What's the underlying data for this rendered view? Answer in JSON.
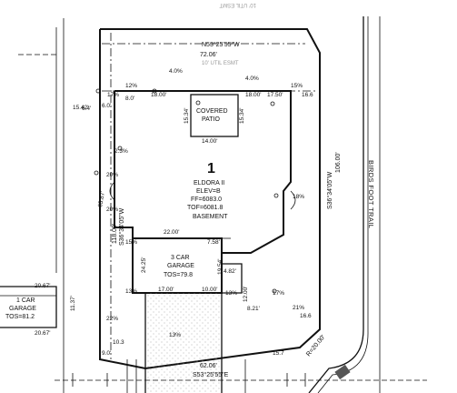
{
  "lot_number": "1",
  "street_name": "BIRDS FOOT TRAIL",
  "lines": {
    "top_bearing": "N53°25'55\"W",
    "top_distance": "72.06'",
    "bottom_bearing": "S53°25'55\"E",
    "bottom_distance": "62.06'",
    "right_bearing": "S36°34'05\"W",
    "right_distance": "106.00'",
    "left_bearing": "S36°34'05\"W",
    "left_distance": "118.00'",
    "curve_label": "R=20.00'",
    "left_parcel_dist": "63.87'"
  },
  "house": {
    "model": "ELDORA II",
    "elevation": "ELEV=B",
    "ff": "FF=6083.0",
    "tof": "TOF=6081.8",
    "basement": "BASEMENT"
  },
  "patio": {
    "line1": "COVERED",
    "line2": "PATIO",
    "width": "14.00'",
    "left_dim": "15.34'",
    "right_dim": "15.34'"
  },
  "garage": {
    "line1": "3 CAR",
    "line2": "GARAGE",
    "tos": "TOS=79.8",
    "dim_top": "22.00'",
    "dim_left": "24.25'",
    "dim_right": "19.54'",
    "dim_bottom_left": "17.00'",
    "dim_bottom_right": "10.00'",
    "dim_side": "12.00'",
    "dim_step": "7.58'",
    "dim_small": "4.82'",
    "dim_tail": "8.21'"
  },
  "neighbor": {
    "line1": "1 CAR",
    "line2": "GARAGE",
    "tos": "TOS=81.2",
    "dim_a": "20.67'",
    "dim_b": "20.67'",
    "dim_c": "11.37'"
  },
  "easement": "10' UTIL ESMT",
  "elevations": [
    "15.42'",
    "18.00'",
    "18.00'",
    "17.50'",
    "15%",
    "16.6",
    "6.4'",
    "17%",
    "6.0'",
    "12%",
    "8.0'",
    "4.0%",
    "4.0%",
    "2.3%",
    "20%",
    "20%",
    "18%",
    "15%",
    "13%",
    "13%",
    "17%",
    "21%",
    "16.6",
    "15.7",
    "10.3",
    "9.0'",
    "22%",
    "13%"
  ],
  "colors": {
    "ink": "#111111",
    "paper": "#ffffff",
    "stipple": "#9a9a9a"
  }
}
